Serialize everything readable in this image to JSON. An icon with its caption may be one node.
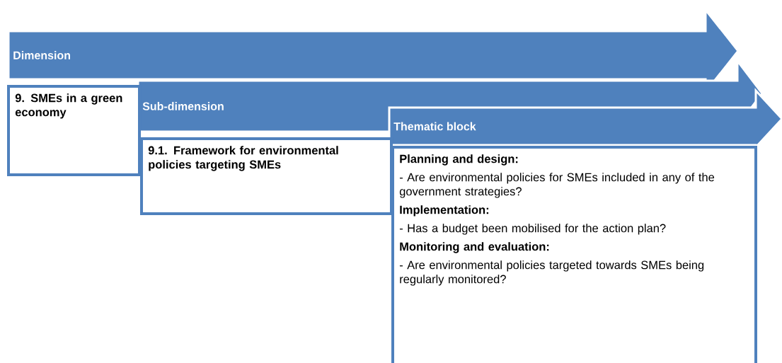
{
  "diagram": {
    "nodes": [
      {
        "text": [
          "Dimension"
        ]
      },
      {
        "text": [
          "Sub-dimension"
        ]
      },
      {
        "text": [
          "Thematic block"
        ]
      },
      {
        "text": [
          "9. SMEs in a green economy"
        ]
      },
      {
        "text": [
          "9.1. Framework for environmental policies targeting SMEs"
        ]
      },
      {
        "text": [
          "Planning and design:",
          "- Are environmental policies for SMEs included in any of the government strategies?",
          "Implementation:",
          "- Has a budget been mobilised for the action plan?",
          "Monitoring and evaluation:",
          "- Are environmental policies targeted towards SMEs being regularly monitored?"
        ]
      }
    ]
  }
}
